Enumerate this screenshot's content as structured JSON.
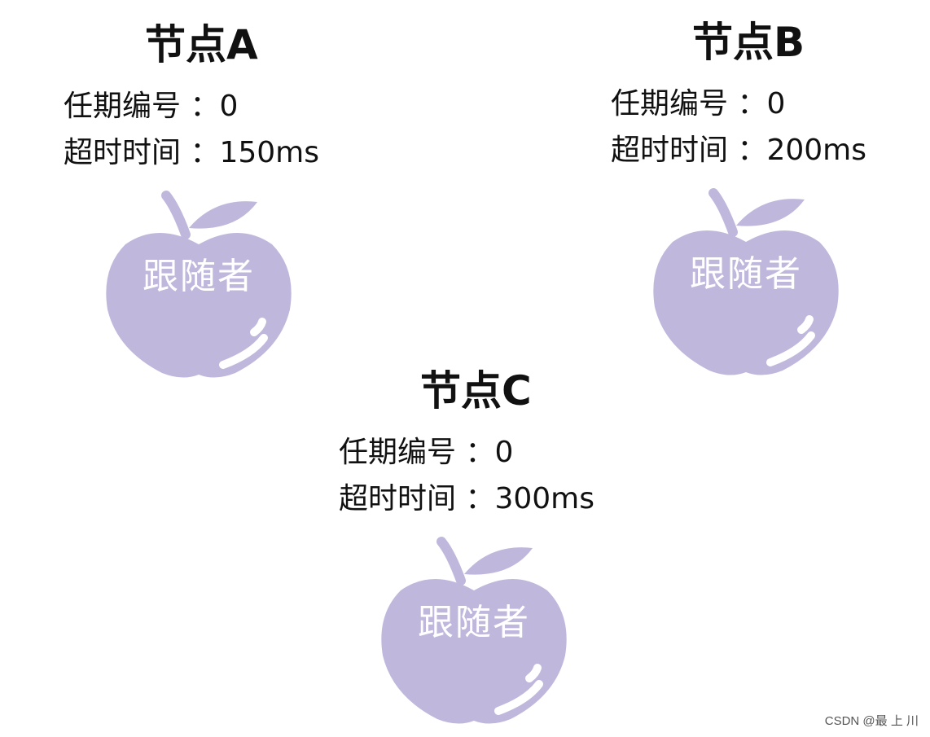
{
  "colors": {
    "apple_fill": "#c0b8dc",
    "apple_shine": "#ffffff",
    "text": "#111111"
  },
  "nodes": [
    {
      "title": "节点A",
      "term_line": "任期编号 ：0",
      "timeout_line": "超时时间 ：150ms",
      "role": "跟随者"
    },
    {
      "title": "节点B",
      "term_line": "任期编号 ：0",
      "timeout_line": "超时时间 ：200ms",
      "role": "跟随者"
    },
    {
      "title": "节点C",
      "term_line": "任期编号 ：0",
      "timeout_line": "超时时间 ：300ms",
      "role": "跟随者"
    }
  ],
  "watermark": "CSDN @最 上 川"
}
